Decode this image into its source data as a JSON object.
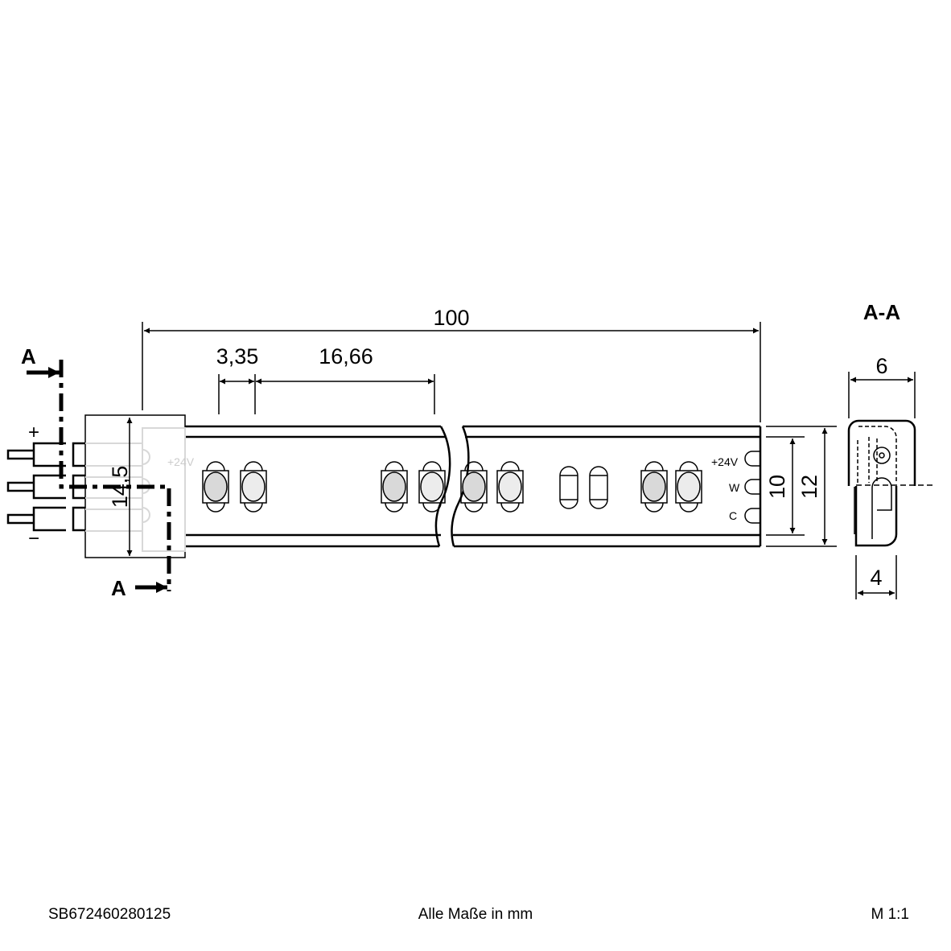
{
  "dimensions": {
    "length": "100",
    "led_gap": "3,35",
    "led_pitch": "16,66",
    "connector_height": "14,5",
    "pcb_width": "10",
    "strip_width": "12",
    "section_width": "6",
    "section_base": "4"
  },
  "section": {
    "marker": "A",
    "title": "A-A"
  },
  "terminals": {
    "plus": "+",
    "minus": "−",
    "v24": "+24V",
    "w": "W",
    "c": "C"
  },
  "footer": {
    "article": "SB672460280125",
    "note": "Alle Maße in mm",
    "scale": "M 1:1"
  },
  "colors": {
    "led_warm": "#d9d9d9",
    "led_cool": "#ececec"
  }
}
